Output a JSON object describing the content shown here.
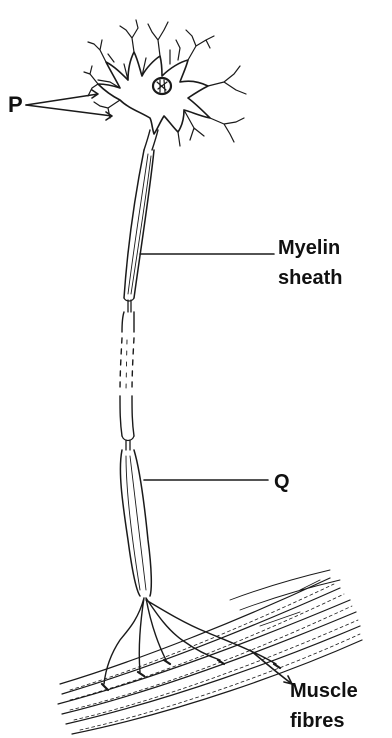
{
  "labels": {
    "p": "P",
    "myelin_line1": "Myelin",
    "myelin_line2": "sheath",
    "q": "Q",
    "muscle_line1": "Muscle",
    "muscle_line2": "fibres"
  },
  "colors": {
    "ink": "#1a1a1a",
    "background": "#ffffff"
  }
}
